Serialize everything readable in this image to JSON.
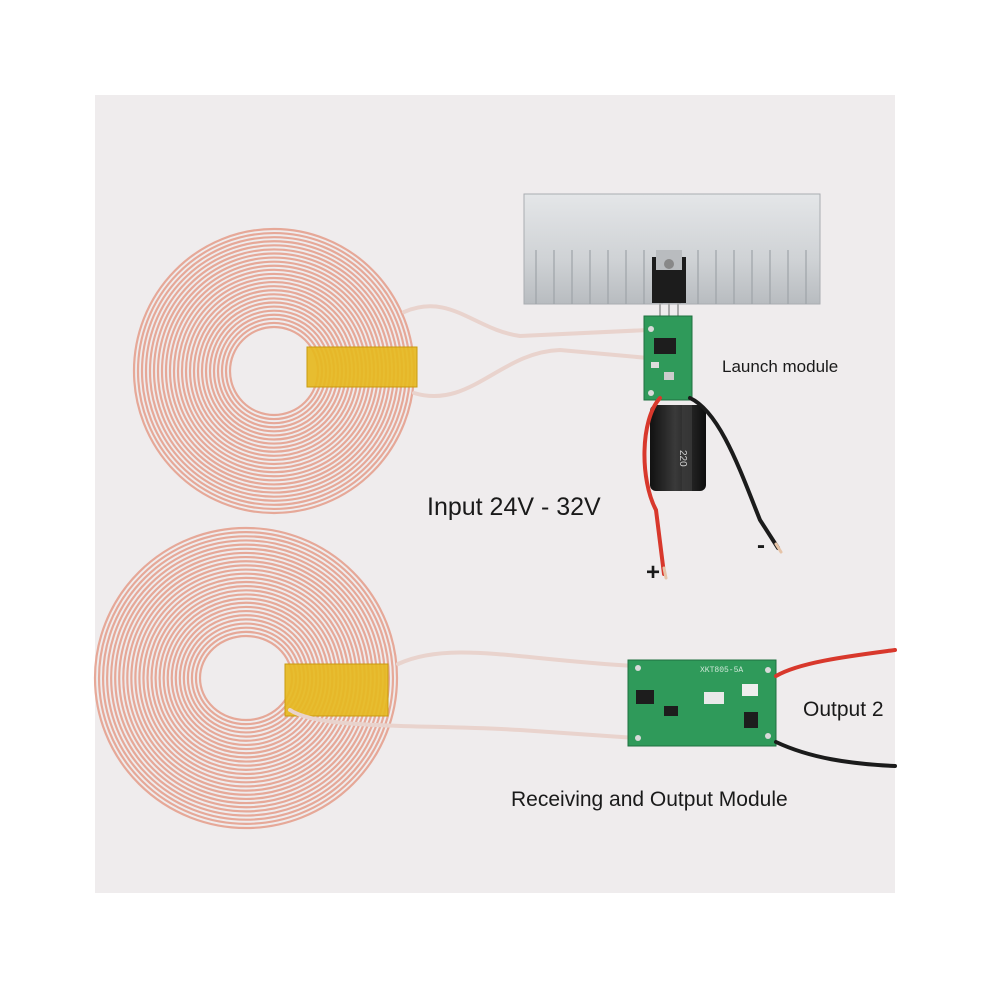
{
  "labels": {
    "launch_module": "Launch module",
    "input_voltage": "Input 24V - 32V",
    "plus_sign": "+",
    "minus_sign": "-",
    "output": "Output 2",
    "receiving_module": "Receiving and Output Module"
  },
  "components": {
    "capacitor_text": "220",
    "receiver_board_text": "XKT805-5A"
  },
  "colors": {
    "background": "#efeced",
    "coil_wire": "#e6a898",
    "kapton_tape": "#e6b81f",
    "heatsink": "#d4d6d8",
    "pcb": "#2f9a5a",
    "wire_red": "#d8382c",
    "wire_black": "#1b1b1b"
  }
}
